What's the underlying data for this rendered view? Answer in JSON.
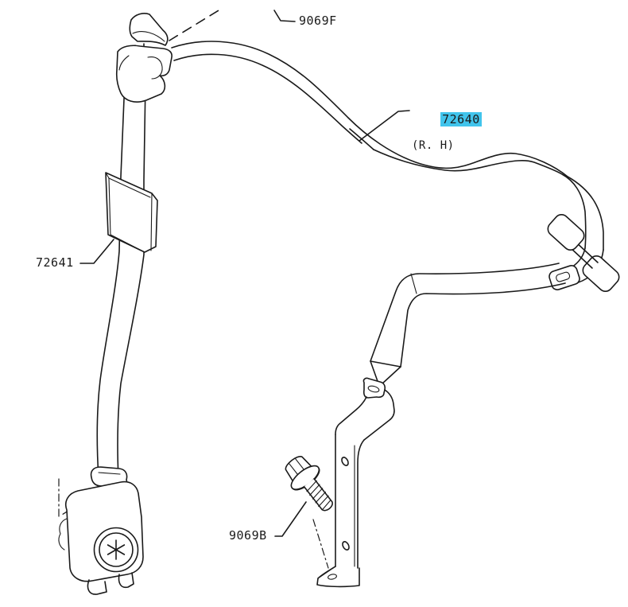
{
  "diagram": {
    "background_color": "#ffffff",
    "line_color": "#1a1a1a",
    "highlight_color": "#41c4ec",
    "labels": {
      "bolt_top": "9069F",
      "belt_assembly": "72640",
      "belt_assembly_note": "(R. H)",
      "tongue": "72641",
      "bolt_lower": "9069B"
    },
    "icons": {
      "retractor_spring_cover": "star-icon"
    }
  }
}
